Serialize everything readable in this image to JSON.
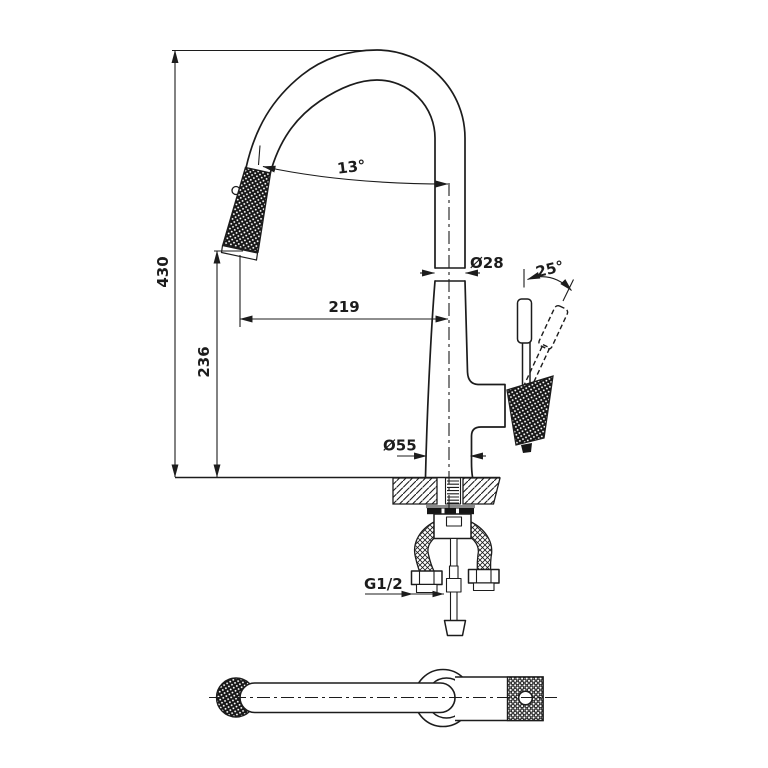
{
  "drawing": {
    "background_color": "#ffffff",
    "line_color": "#1c1c1c",
    "dimensions": {
      "overall_height": "430",
      "spout_reach": "219",
      "head_to_deck": "236",
      "spout_diameter": "Ø28",
      "base_diameter": "Ø55",
      "head_angle": "13°",
      "handle_angle": "25°",
      "inlet_thread": "G1/2"
    }
  }
}
